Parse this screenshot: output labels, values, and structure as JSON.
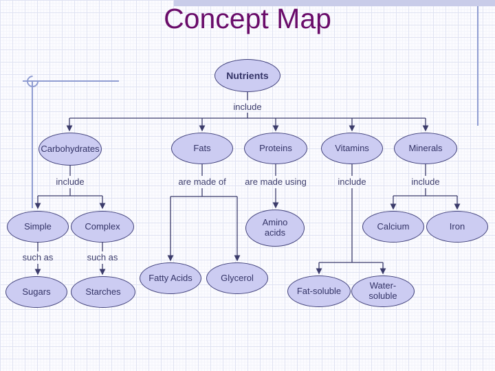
{
  "title": "Concept Map",
  "nodes": {
    "nutrients": {
      "label": "Nutrients"
    },
    "carbohydrates": {
      "label": "Carbohydrates"
    },
    "fats": {
      "label": "Fats"
    },
    "proteins": {
      "label": "Proteins"
    },
    "vitamins": {
      "label": "Vitamins"
    },
    "minerals": {
      "label": "Minerals"
    },
    "simple": {
      "label": "Simple"
    },
    "complex": {
      "label": "Complex"
    },
    "sugars": {
      "label": "Sugars"
    },
    "starches": {
      "label": "Starches"
    },
    "fatty_acids": {
      "label": "Fatty Acids"
    },
    "glycerol": {
      "label": "Glycerol"
    },
    "amino_acids": {
      "label": "Amino acids"
    },
    "fat_soluble": {
      "label": "Fat-soluble"
    },
    "water_soluble": {
      "label": "Water-soluble"
    },
    "calcium": {
      "label": "Calcium"
    },
    "iron": {
      "label": "Iron"
    }
  },
  "edges": [
    {
      "from": "Nutrients",
      "to": [
        "Carbohydrates",
        "Fats",
        "Proteins",
        "Vitamins",
        "Minerals"
      ],
      "label": "include"
    },
    {
      "from": "Carbohydrates",
      "to": [
        "Simple",
        "Complex"
      ],
      "label": "include"
    },
    {
      "from": "Fats",
      "to": [
        "Fatty Acids",
        "Glycerol"
      ],
      "label": "are made of"
    },
    {
      "from": "Proteins",
      "to": [
        "Amino acids"
      ],
      "label": "are made using"
    },
    {
      "from": "Vitamins",
      "to": [
        "Fat-soluble",
        "Water-soluble"
      ],
      "label": "include"
    },
    {
      "from": "Minerals",
      "to": [
        "Calcium",
        "Iron"
      ],
      "label": "include"
    },
    {
      "from": "Simple",
      "to": [
        "Sugars"
      ],
      "label": "such as"
    },
    {
      "from": "Complex",
      "to": [
        "Starches"
      ],
      "label": "such as"
    }
  ],
  "colors": {
    "title": "#6a0c6a",
    "node_fill": "#ccccf2",
    "node_border": "#40407a",
    "node_text": "#333366",
    "connector": "#3b3b6b",
    "decor_line": "#8f9cd1",
    "top_band": "#c9cce9",
    "grid_line": "#dfe2f2"
  }
}
